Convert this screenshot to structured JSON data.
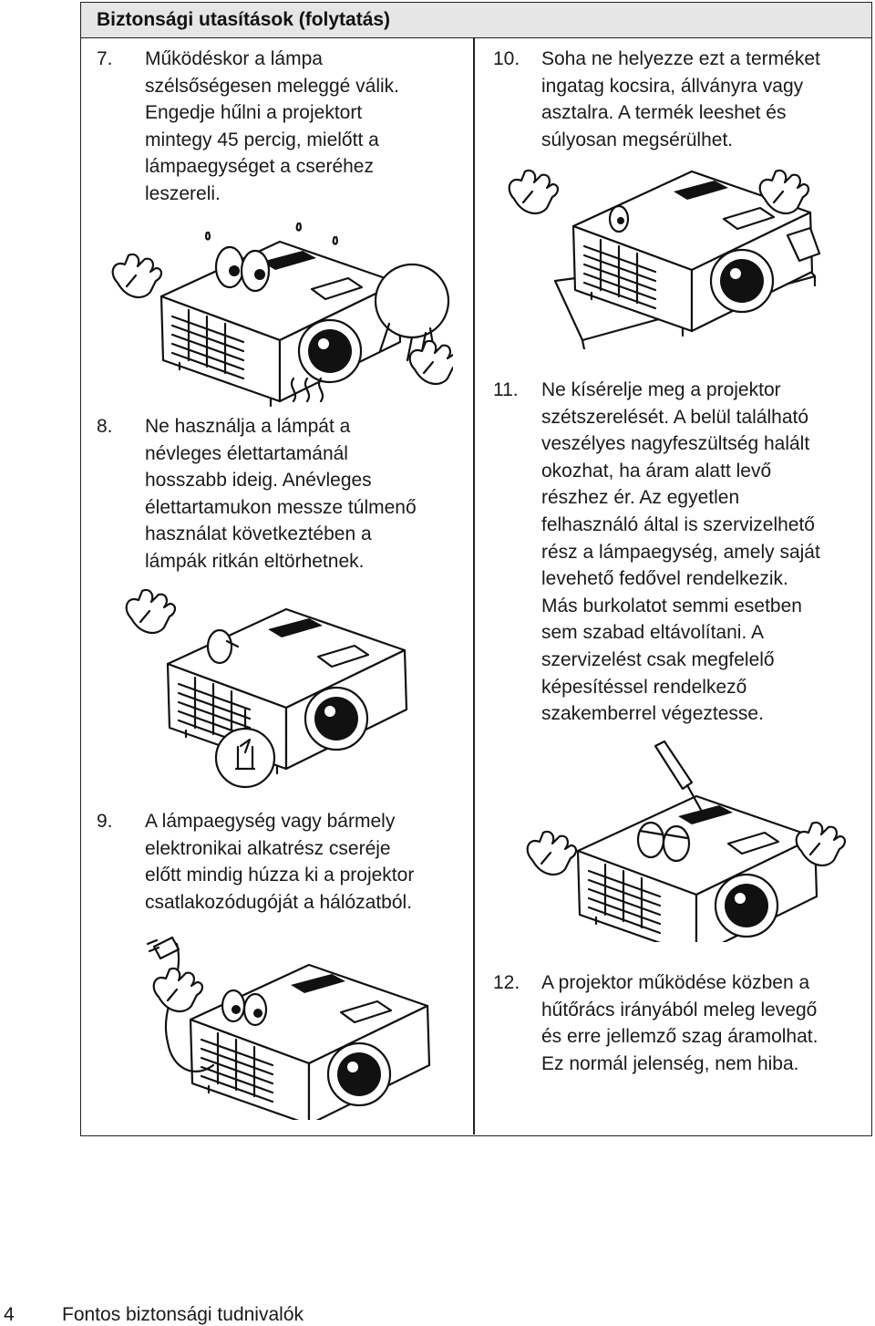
{
  "header": {
    "title": "Biztonsági utasítások (folytatás)"
  },
  "items": [
    {
      "num": "7.",
      "lines": [
        "Működéskor a lámpa",
        "szélsőségesen meleggé válik.",
        "Engedje hűlni a projektort",
        "mintegy 45 percig, mielőtt a",
        "lámpaegységet a cseréhez",
        "leszereli."
      ]
    },
    {
      "num": "8.",
      "lines": [
        "Ne használja a lámpát a",
        "névleges élettartamánál",
        "hosszabb ideig. Anévleges",
        "élettartamukon messze túlmenő",
        "használat következtében a",
        "lámpák ritkán eltörhetnek."
      ]
    },
    {
      "num": "9.",
      "lines": [
        "A lámpaegység vagy bármely",
        "elektronikai alkatrész cseréje",
        "előtt mindig húzza ki a projektor",
        "csatlakozódugóját a hálózatból."
      ]
    },
    {
      "num": "10.",
      "lines": [
        "Soha ne helyezze ezt a terméket",
        "ingatag kocsira, állványra vagy",
        "asztalra. A termék leeshet és",
        "súlyosan megsérülhet."
      ]
    },
    {
      "num": "11.",
      "lines": [
        "Ne kísérelje meg a projektor",
        "szétszerelését. A belül található",
        "veszélyes nagyfeszültség halált",
        "okozhat, ha áram alatt levő",
        "részhez ér. Az egyetlen",
        "felhasználó által is szervizelhető",
        "rész a lámpaegység, amely saját",
        "levehető fedővel rendelkezik.",
        "Más burkolatot semmi esetben",
        "sem szabad eltávolítani. A",
        "szervizelést csak megfelelő",
        "képesítéssel rendelkező",
        "szakemberrel végeztesse."
      ]
    },
    {
      "num": "12.",
      "lines": [
        "A projektor működése közben a",
        "hűtőrács irányából meleg levegő",
        "és erre jellemző szag áramolhat.",
        "Ez normál jelenség, nem hiba."
      ]
    }
  ],
  "footer": {
    "page_number": "4",
    "section": "Fontos biztonsági tudnivalók"
  },
  "illustrations": [
    "projector-with-fan-illustration",
    "projector-on-tilting-table-illustration",
    "projector-with-lamp-bulb-illustration",
    "projector-with-screwdriver-illustration",
    "projector-with-plug-illustration"
  ]
}
